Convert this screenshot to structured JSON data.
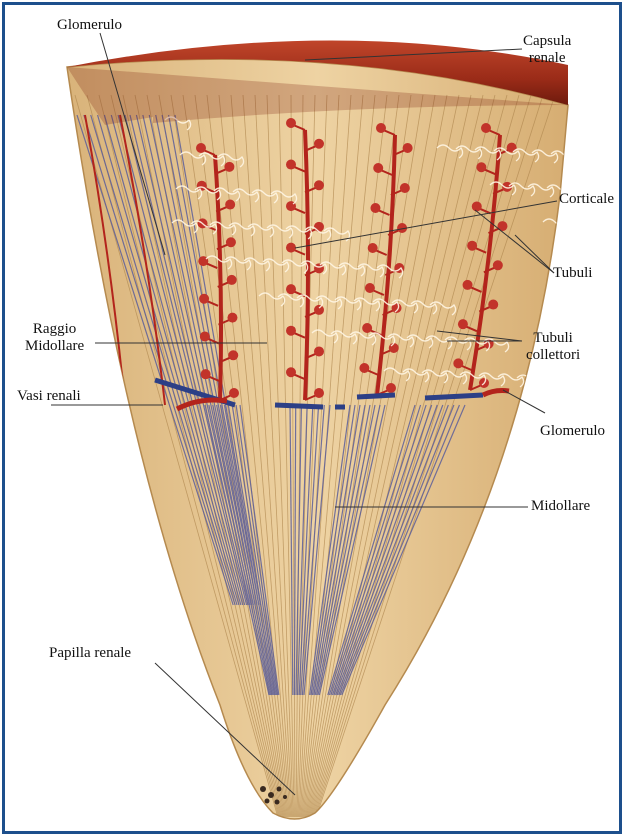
{
  "labels": {
    "glomerulo_top": "Glomerulo",
    "capsula_line1": "Capsula",
    "capsula_line2": "renale",
    "corticale": "Corticale",
    "tubuli": "Tubuli",
    "raggio_line1": "Raggio",
    "raggio_line2": "Midollare",
    "tubuli_coll_line1": "Tubuli",
    "tubuli_coll_line2": "collettori",
    "vasi_renali": "Vasi renali",
    "glomerulo_right": "Glomerulo",
    "midollare": "Midollare",
    "papilla": "Papilla renale"
  },
  "colors": {
    "frame": "#1d4f8c",
    "capsule": "#8e2416",
    "tissue": "#e5c594",
    "vessel_red": "#b3241c",
    "vessel_blue": "#2c3f86",
    "medulla_blue": "#6a6aa0"
  }
}
